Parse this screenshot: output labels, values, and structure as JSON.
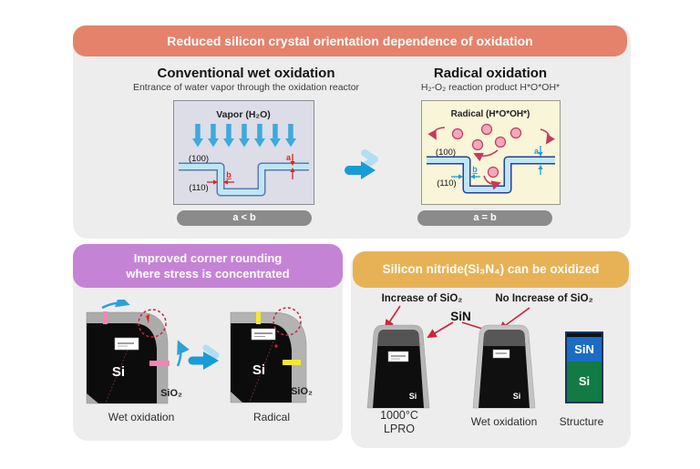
{
  "colors": {
    "salmon_header": "#e5826b",
    "purple_header": "#c583d6",
    "amber_header": "#e7b255",
    "panel_gray": "#ededed",
    "pill_gray": "#8b8b8b",
    "transition_arrow_blue": "#189cd8",
    "transition_arrow_light": "#b3def2",
    "vapor_arrow_blue": "#3fa9dc",
    "oxide_fill": "#bfe6f6",
    "oxide_edge_wet": "#5b79b0",
    "oxide_edge_radical": "#24409a",
    "radical_particle_fill": "#f3a8bc",
    "radical_particle_edge": "#c43b5d",
    "annotation_red": "#d2203a",
    "sin_blue": "#1a6cc4",
    "si_green": "#117a45",
    "wet_diagram_bg": "#dcdde6",
    "radical_diagram_bg": "#f8f5d8"
  },
  "top": {
    "header": "Reduced silicon crystal orientation dependence of oxidation",
    "left": {
      "title": "Conventional wet oxidation",
      "subtitle": "Entrance of water vapor through the oxidation reactor",
      "diagram_title": "Vapor (H₂O)",
      "plane_top": "(100)",
      "plane_side": "(110)",
      "dim_a": "a",
      "dim_b": "b",
      "result": "a < b"
    },
    "right": {
      "title": "Radical oxidation",
      "subtitle": "H₂-O₂ reaction product  H*O*OH*",
      "diagram_title": "Radical (H*O*OH*)",
      "plane_top": "(100)",
      "plane_side": "(110)",
      "dim_a": "a",
      "dim_b": "b",
      "result": "a = b"
    }
  },
  "bottom_left": {
    "header_line1": "Improved corner rounding",
    "header_line2": "where stress is concentrated",
    "wet": {
      "si": "Si",
      "sio2": "SiO₂",
      "caption": "Wet oxidation"
    },
    "radical": {
      "si": "Si",
      "sio2": "SiO₂",
      "caption": "Radical"
    }
  },
  "bottom_right": {
    "header": "Silicon nitride(Si₃N₄) can be oxidized",
    "increase_label": "Increase of SiO₂",
    "no_increase_label": "No Increase of SiO₂",
    "sin_label": "SiN",
    "pillar1": {
      "si": "Si",
      "caption_line1": "1000°C",
      "caption_line2": "LPRO"
    },
    "pillar2": {
      "si": "Si",
      "caption": "Wet oxidation"
    },
    "structure": {
      "sin": "SiN",
      "si": "Si",
      "caption": "Structure"
    }
  }
}
